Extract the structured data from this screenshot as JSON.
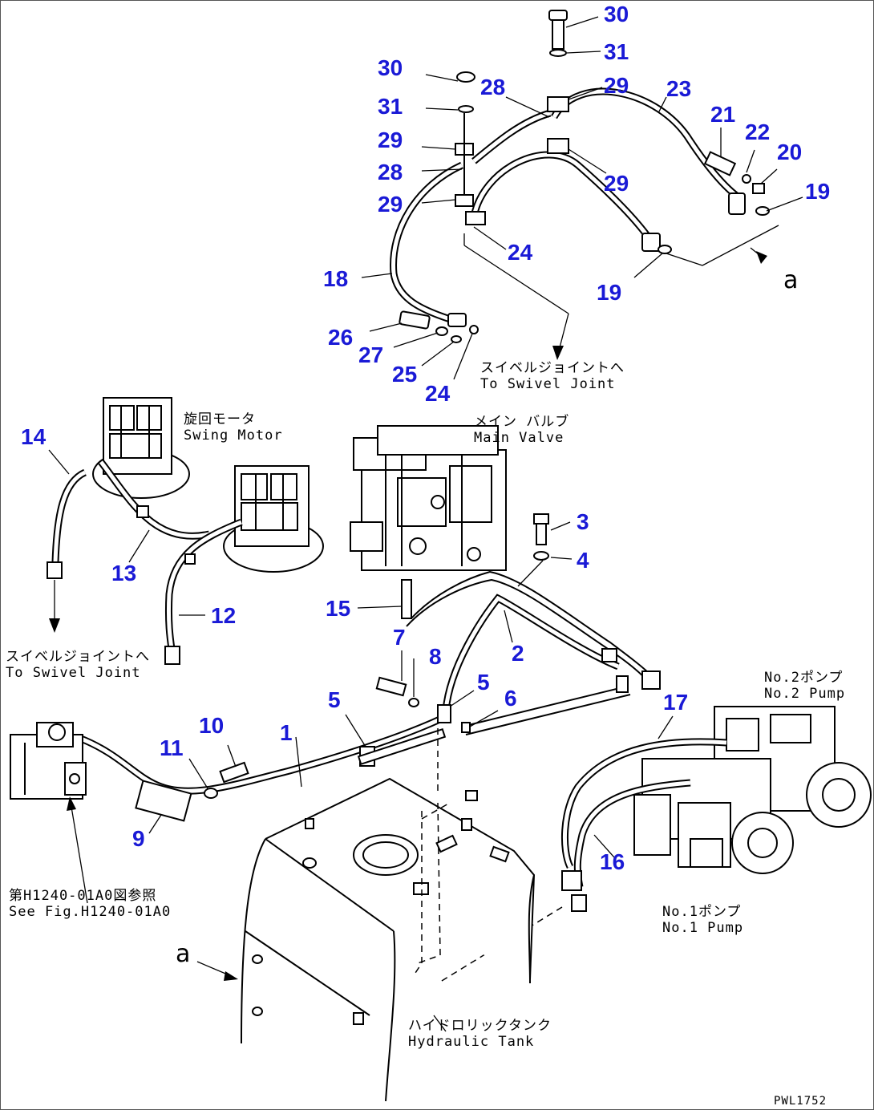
{
  "label_color": "#1a1ad6",
  "line_color": "#000000",
  "part_labels": {
    "p30a": "30",
    "p31a": "31",
    "p29a": "29",
    "p23": "23",
    "p30b": "30",
    "p28a": "28",
    "p31b": "31",
    "p21": "21",
    "p22": "22",
    "p20": "20",
    "p19a": "19",
    "p29b": "29",
    "p28b": "28",
    "p29c": "29",
    "p29d": "29",
    "p24a": "24",
    "p18": "18",
    "p19b": "19",
    "p26": "26",
    "p27": "27",
    "p25": "25",
    "p24b": "24",
    "p14": "14",
    "p13": "13",
    "p12": "12",
    "p3": "3",
    "p4": "4",
    "p15": "15",
    "p7": "7",
    "p8": "8",
    "p2": "2",
    "p5a": "5",
    "p5b": "5",
    "p6": "6",
    "p17": "17",
    "p1": "1",
    "p10": "10",
    "p11": "11",
    "p9": "9",
    "p16": "16"
  },
  "captions": {
    "swivel_top_jp": "スイベルジョイントへ",
    "swivel_top_en": "To Swivel Joint",
    "swing_jp": "旋回モータ",
    "swing_en": "Swing Motor",
    "main_valve_jp": "メイン バルブ",
    "main_valve_en": "Main Valve",
    "swivel_left_jp": "スイベルジョイントへ",
    "swivel_left_en": "To Swivel Joint",
    "pump2_jp": "No.2ポンプ",
    "pump2_en": "No.2 Pump",
    "pump1_jp": "No.1ポンプ",
    "pump1_en": "No.1 Pump",
    "fig_ref_jp": "第H1240-01A0図参照",
    "fig_ref_en": "See Fig.H1240-01A0",
    "tank_jp": "ハイドロリックタンク",
    "tank_en": "Hydraulic Tank",
    "ref_a1": "a",
    "ref_a2": "a",
    "drawing_code": "PWL1752"
  }
}
